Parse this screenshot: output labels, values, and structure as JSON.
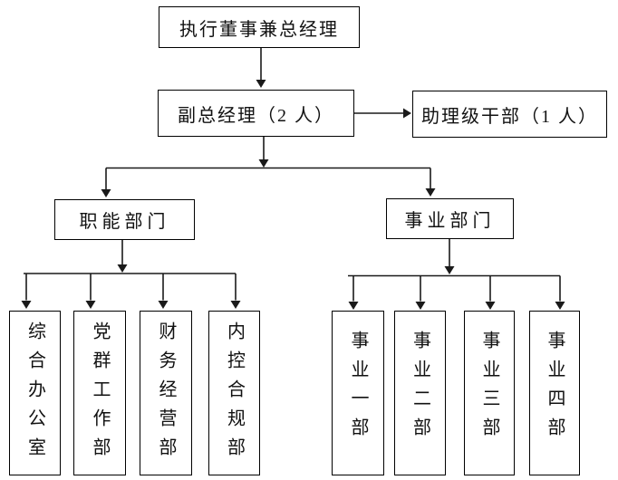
{
  "diagram": {
    "root": {
      "label": "执行董事兼总经理"
    },
    "deputy": {
      "label": "副总经理（2 人）"
    },
    "assistant": {
      "label": "助理级干部（1 人）"
    },
    "functional": {
      "label": "职能部门"
    },
    "business": {
      "label": "事业部门"
    },
    "functional_depts": [
      {
        "label": "综合办公室"
      },
      {
        "label": "党群工作部"
      },
      {
        "label": "财务经营部"
      },
      {
        "label": "内控合规部"
      }
    ],
    "business_depts": [
      {
        "label": "事业一部"
      },
      {
        "label": "事业二部"
      },
      {
        "label": "事业三部"
      },
      {
        "label": "事业四部"
      }
    ]
  },
  "colors": {
    "background": "#ffffff",
    "line": "#1a1a1a",
    "box_border": "#000000",
    "text": "#111111"
  }
}
